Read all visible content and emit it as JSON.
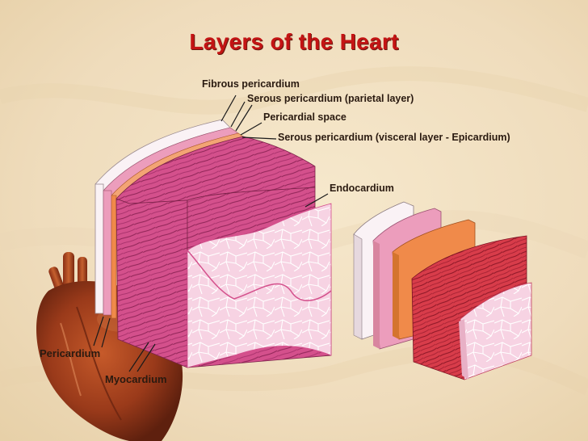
{
  "title": "Layers of the Heart",
  "labels": {
    "fibrous_pericardium": "Fibrous pericardium",
    "serous_parietal": "Serous pericardium (parietal layer)",
    "pericardial_space": "Pericardial space",
    "serous_visceral": "Serous pericardium (visceral layer - Epicardium)",
    "endocardium": "Endocardium",
    "pericardium": "Pericardium",
    "myocardium": "Myocardium"
  },
  "colors": {
    "title": "#c41414",
    "background": "#f0dfc0",
    "fibrous": "#f6e9ee",
    "parietal": "#e98cb0",
    "epicardium": "#f08a4a",
    "myocardium": "#d4508c",
    "endocardium": "#f5c9dc",
    "heart": "#a8451f"
  }
}
